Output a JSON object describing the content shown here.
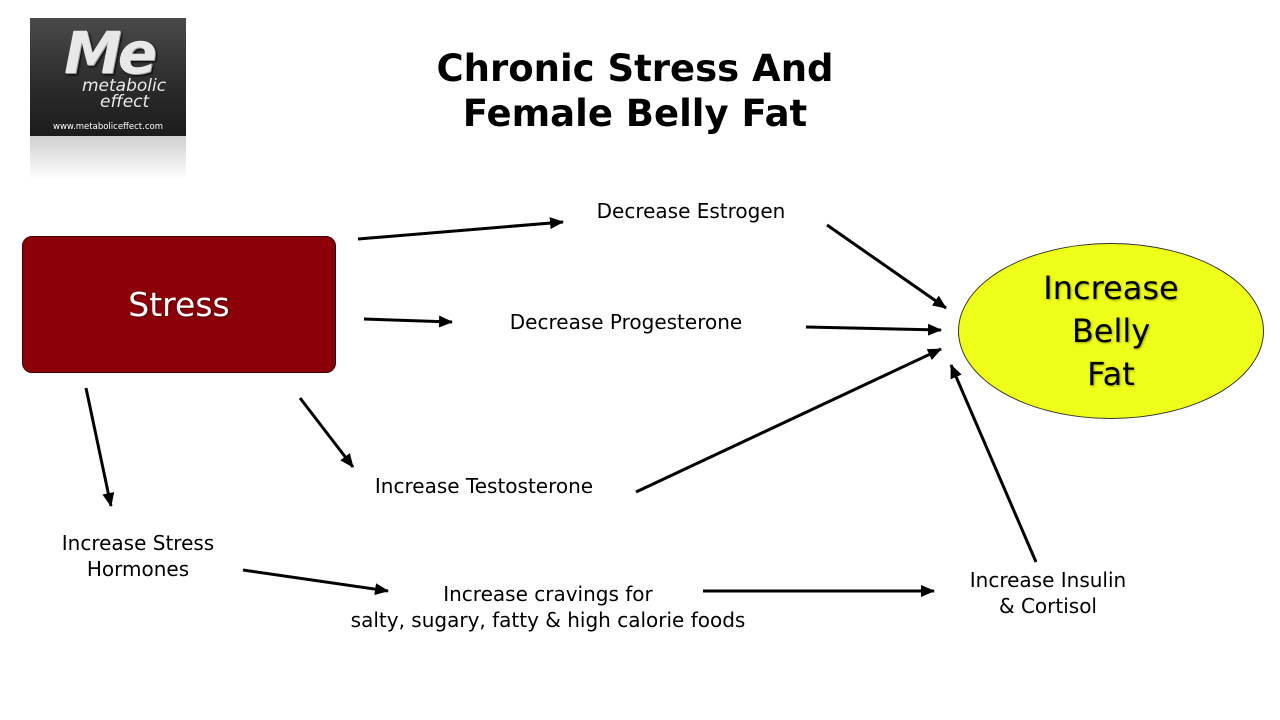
{
  "logo": {
    "mark": "Me",
    "word1": "metabolic",
    "word2": "effect",
    "url": "www.metaboliceffect.com"
  },
  "title": {
    "line1": "Chronic Stress And",
    "line2": "Female Belly Fat"
  },
  "nodes": {
    "stress": "Stress",
    "decrease_estrogen": "Decrease Estrogen",
    "decrease_progesterone": "Decrease Progesterone",
    "increase_testosterone": "Increase Testosterone",
    "increase_stress_hormones": {
      "line1": "Increase Stress",
      "line2": "Hormones"
    },
    "increase_cravings": {
      "line1": "Increase cravings for",
      "line2": "salty, sugary, fatty & high calorie foods"
    },
    "increase_insulin_cortisol": {
      "line1": "Increase Insulin",
      "line2": "& Cortisol"
    },
    "increase_belly_fat": {
      "line1": "Increase",
      "line2": "Belly",
      "line3": "Fat"
    }
  },
  "colors": {
    "stress_fill": "#8b0009",
    "belly_fill": "#eeff1a",
    "arrow": "#000000"
  }
}
